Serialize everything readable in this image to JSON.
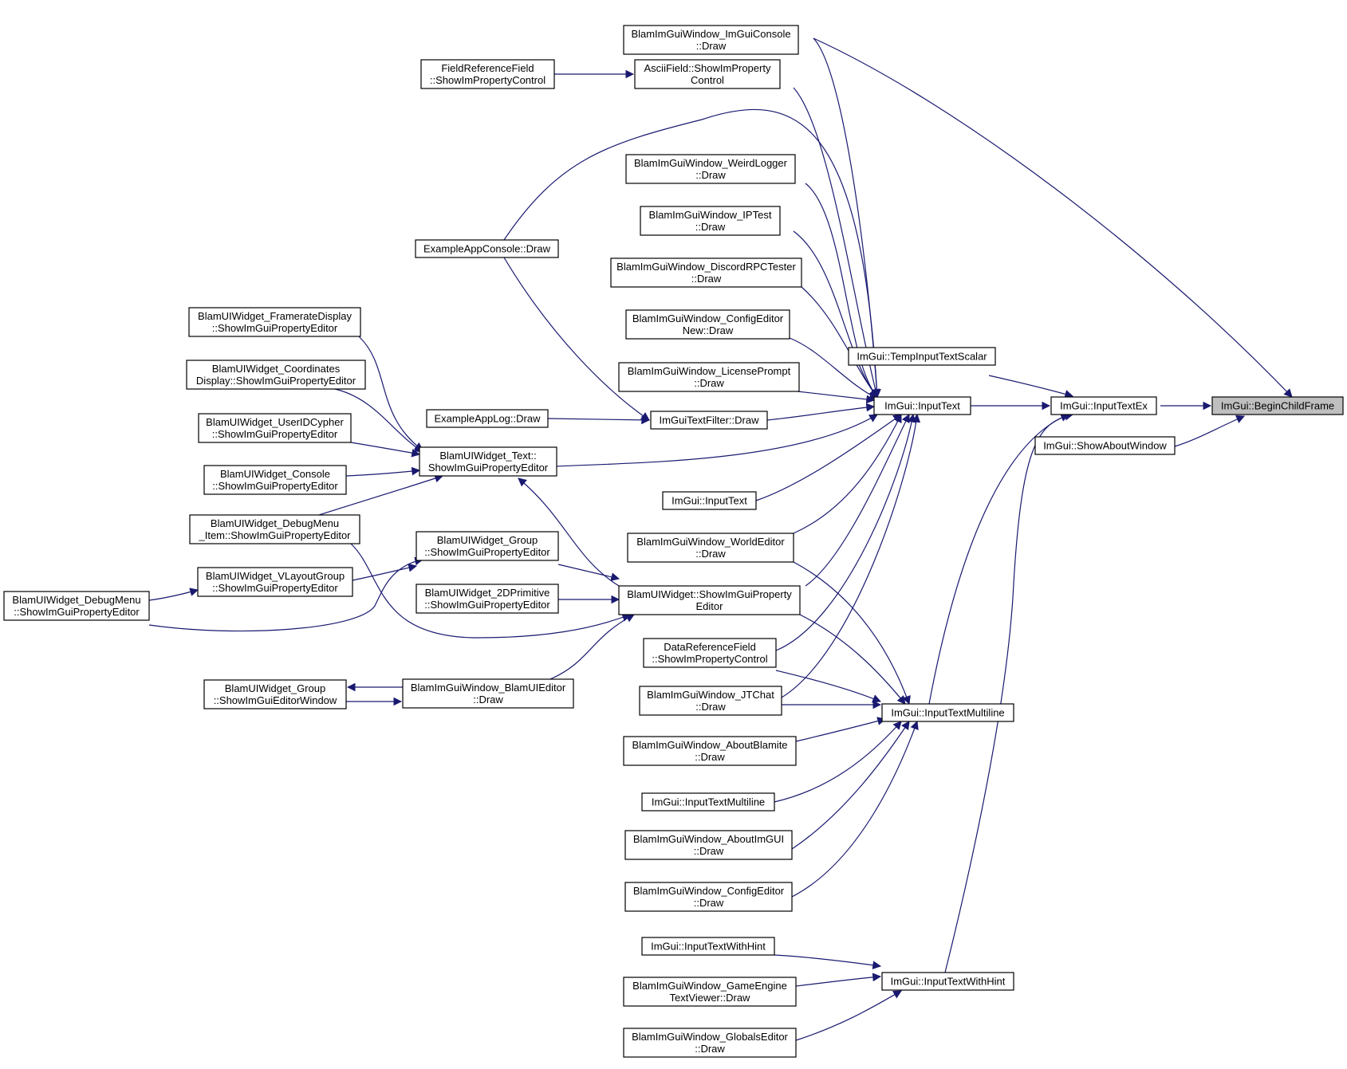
{
  "graph": {
    "edge_color": "#191970",
    "node_border_color": "#000000",
    "highlight_fill": "#bfbfbf",
    "nodes": [
      {
        "id": "begin_child_frame",
        "lines": [
          "ImGui::BeginChildFrame"
        ],
        "highlight": true
      },
      {
        "id": "input_text_ex",
        "lines": [
          "ImGui::InputTextEx"
        ]
      },
      {
        "id": "show_about_window",
        "lines": [
          "ImGui::ShowAboutWindow"
        ]
      },
      {
        "id": "imgui_console_draw",
        "lines": [
          "BlamImGuiWindow_ImGuiConsole",
          "::Draw"
        ]
      },
      {
        "id": "temp_input_text_scalar",
        "lines": [
          "ImGui::TempInputTextScalar"
        ]
      },
      {
        "id": "input_text",
        "lines": [
          "ImGui::InputText"
        ]
      },
      {
        "id": "input_text_multiline",
        "lines": [
          "ImGui::InputTextMultiline"
        ]
      },
      {
        "id": "input_text_with_hint",
        "lines": [
          "ImGui::InputTextWithHint"
        ]
      },
      {
        "id": "ascii_field",
        "lines": [
          "AsciiField::ShowImProperty",
          "Control"
        ]
      },
      {
        "id": "field_reference_field",
        "lines": [
          "FieldReferenceField",
          "::ShowImPropertyControl"
        ]
      },
      {
        "id": "weird_logger",
        "lines": [
          "BlamImGuiWindow_WeirdLogger",
          "::Draw"
        ]
      },
      {
        "id": "ip_test",
        "lines": [
          "BlamImGuiWindow_IPTest",
          "::Draw"
        ]
      },
      {
        "id": "discord_rpc",
        "lines": [
          "BlamImGuiWindow_DiscordRPCTester",
          "::Draw"
        ]
      },
      {
        "id": "config_editor_new",
        "lines": [
          "BlamImGuiWindow_ConfigEditor",
          "New::Draw"
        ]
      },
      {
        "id": "license_prompt",
        "lines": [
          "BlamImGuiWindow_LicensePrompt",
          "::Draw"
        ]
      },
      {
        "id": "imgui_text_filter",
        "lines": [
          "ImGuiTextFilter::Draw"
        ]
      },
      {
        "id": "example_app_console",
        "lines": [
          "ExampleAppConsole::Draw"
        ]
      },
      {
        "id": "example_app_log",
        "lines": [
          "ExampleAppLog::Draw"
        ]
      },
      {
        "id": "input_text_overload",
        "lines": [
          "ImGui::InputText"
        ]
      },
      {
        "id": "world_editor",
        "lines": [
          "BlamImGuiWindow_WorldEditor",
          "::Draw"
        ]
      },
      {
        "id": "widget_show_property",
        "lines": [
          "BlamUIWidget::ShowImGuiProperty",
          "Editor"
        ]
      },
      {
        "id": "data_reference_field",
        "lines": [
          "DataReferenceField",
          "::ShowImPropertyControl"
        ]
      },
      {
        "id": "jt_chat",
        "lines": [
          "BlamImGuiWindow_JTChat",
          "::Draw"
        ]
      },
      {
        "id": "about_blamite",
        "lines": [
          "BlamImGuiWindow_AboutBlamite",
          "::Draw"
        ]
      },
      {
        "id": "input_text_multiline_overload",
        "lines": [
          "ImGui::InputTextMultiline"
        ]
      },
      {
        "id": "about_imgui",
        "lines": [
          "BlamImGuiWindow_AboutImGUI",
          "::Draw"
        ]
      },
      {
        "id": "config_editor",
        "lines": [
          "BlamImGuiWindow_ConfigEditor",
          "::Draw"
        ]
      },
      {
        "id": "input_text_with_hint_overload",
        "lines": [
          "ImGui::InputTextWithHint"
        ]
      },
      {
        "id": "game_engine_text_viewer",
        "lines": [
          "BlamImGuiWindow_GameEngine",
          "TextViewer::Draw"
        ]
      },
      {
        "id": "globals_editor",
        "lines": [
          "BlamImGuiWindow_GlobalsEditor",
          "::Draw"
        ]
      },
      {
        "id": "widget_text",
        "lines": [
          "BlamUIWidget_Text::",
          "ShowImGuiPropertyEditor"
        ]
      },
      {
        "id": "framerate_display",
        "lines": [
          "BlamUIWidget_FramerateDisplay",
          "::ShowImGuiPropertyEditor"
        ]
      },
      {
        "id": "coordinates_display",
        "lines": [
          "BlamUIWidget_Coordinates",
          "Display::ShowImGuiPropertyEditor"
        ]
      },
      {
        "id": "userid_cypher",
        "lines": [
          "BlamUIWidget_UserIDCypher",
          "::ShowImGuiPropertyEditor"
        ]
      },
      {
        "id": "widget_console",
        "lines": [
          "BlamUIWidget_Console",
          "::ShowImGuiPropertyEditor"
        ]
      },
      {
        "id": "debug_menu_item",
        "lines": [
          "BlamUIWidget_DebugMenu",
          "_Item::ShowImGuiPropertyEditor"
        ]
      },
      {
        "id": "widget_group",
        "lines": [
          "BlamUIWidget_Group",
          "::ShowImGuiPropertyEditor"
        ]
      },
      {
        "id": "vlayout_group",
        "lines": [
          "BlamUIWidget_VLayoutGroup",
          "::ShowImGuiPropertyEditor"
        ]
      },
      {
        "id": "debug_menu",
        "lines": [
          "BlamUIWidget_DebugMenu",
          "::ShowImGuiPropertyEditor"
        ]
      },
      {
        "id": "primitive_2d",
        "lines": [
          "BlamUIWidget_2DPrimitive",
          "::ShowImGuiPropertyEditor"
        ]
      },
      {
        "id": "blam_ui_editor",
        "lines": [
          "BlamImGuiWindow_BlamUIEditor",
          "::Draw"
        ]
      },
      {
        "id": "group_editor_window",
        "lines": [
          "BlamUIWidget_Group",
          "::ShowImGuiEditorWindow"
        ]
      }
    ]
  }
}
